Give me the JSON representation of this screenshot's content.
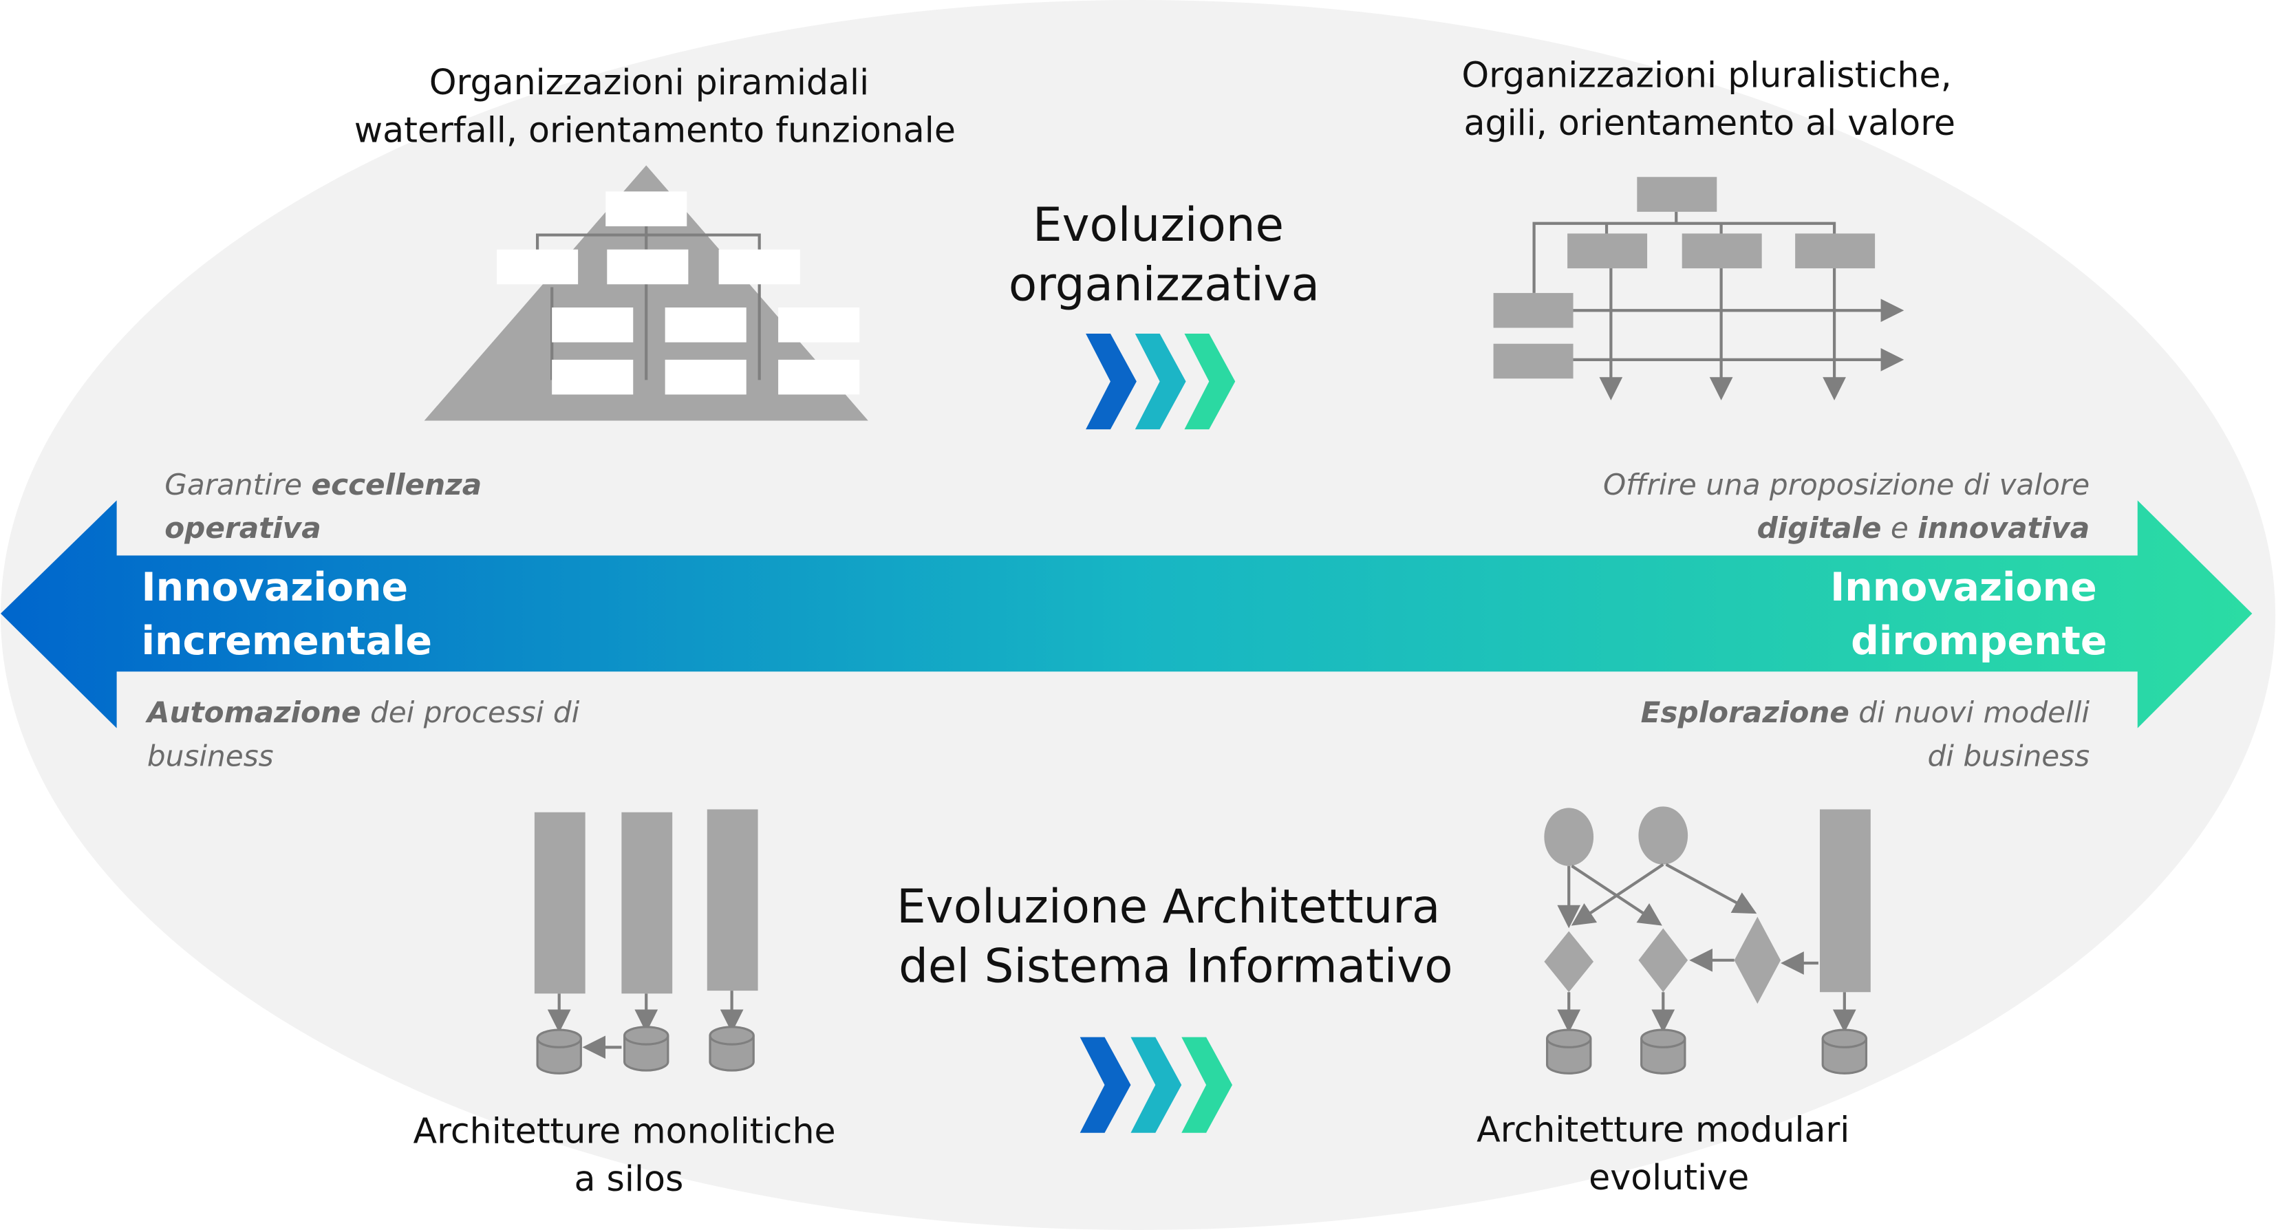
{
  "top_left": {
    "line1": "Organizzazioni piramidali",
    "line2": "waterfall, orientamento funzionale"
  },
  "top_right": {
    "line1": "Organizzazioni pluralistiche,",
    "line2": "agili, orientamento al valore"
  },
  "center_top": {
    "line1": "Evoluzione",
    "line2": "organizzativa"
  },
  "center_bottom": {
    "line1": "Evoluzione Architettura",
    "line2": "del  Sistema Informativo"
  },
  "bottom_left": {
    "line1": "Architetture monolitiche",
    "line2": "a silos"
  },
  "bottom_right": {
    "line1": "Architetture modulari",
    "line2": "evolutive"
  },
  "arrow": {
    "left_label": {
      "line1": "Innovazione",
      "line2": "incrementale"
    },
    "right_label": {
      "line1": "Innovazione",
      "line2": "dirompente"
    },
    "colors": {
      "start": "#0066cc",
      "end": "#2bdca4"
    }
  },
  "notes": {
    "top_left": {
      "pre": "Garantire ",
      "bold1": "eccellenza",
      "bold2": "operativa"
    },
    "top_right": {
      "line1": "Offrire una proposizione di valore",
      "bold1": "digitale",
      "mid": " e ",
      "bold2": "innovativa"
    },
    "bottom_left": {
      "bold": "Automazione",
      "rest": " dei processi di",
      "line2": "business"
    },
    "bottom_right": {
      "bold": "Esplorazione",
      "rest": " di nuovi modelli",
      "line2": "di business"
    }
  }
}
